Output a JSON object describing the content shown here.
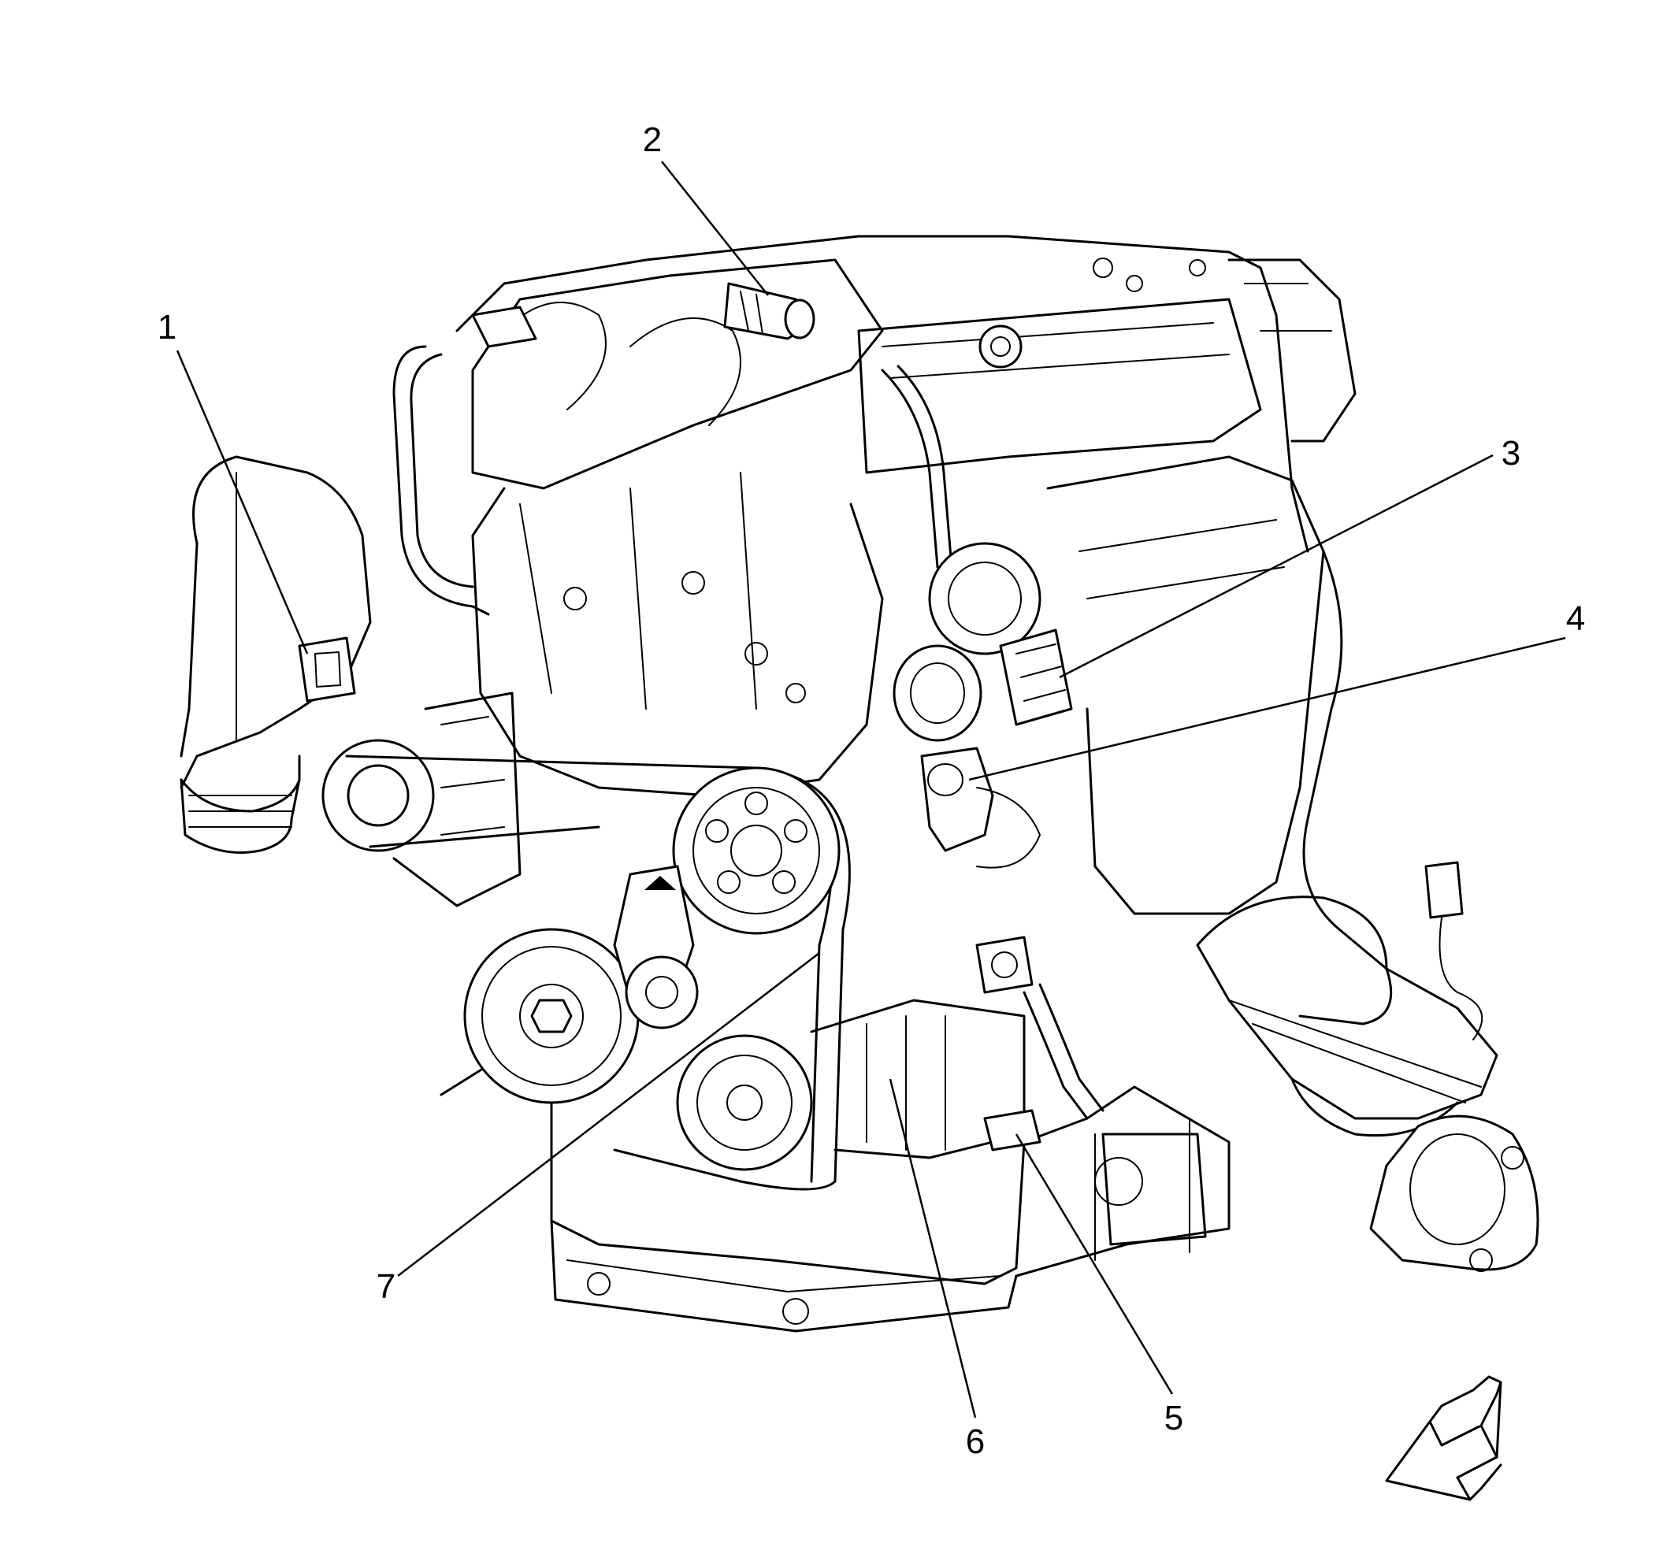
{
  "callouts": [
    {
      "id": "1",
      "label": "1"
    },
    {
      "id": "2",
      "label": "2"
    },
    {
      "id": "3",
      "label": "3"
    },
    {
      "id": "4",
      "label": "4"
    },
    {
      "id": "5",
      "label": "5"
    },
    {
      "id": "6",
      "label": "6"
    },
    {
      "id": "7",
      "label": "7"
    }
  ],
  "icons": {
    "front_arrow": "arrow-icon"
  },
  "colors": {
    "line": "#000000",
    "background": "#ffffff"
  }
}
